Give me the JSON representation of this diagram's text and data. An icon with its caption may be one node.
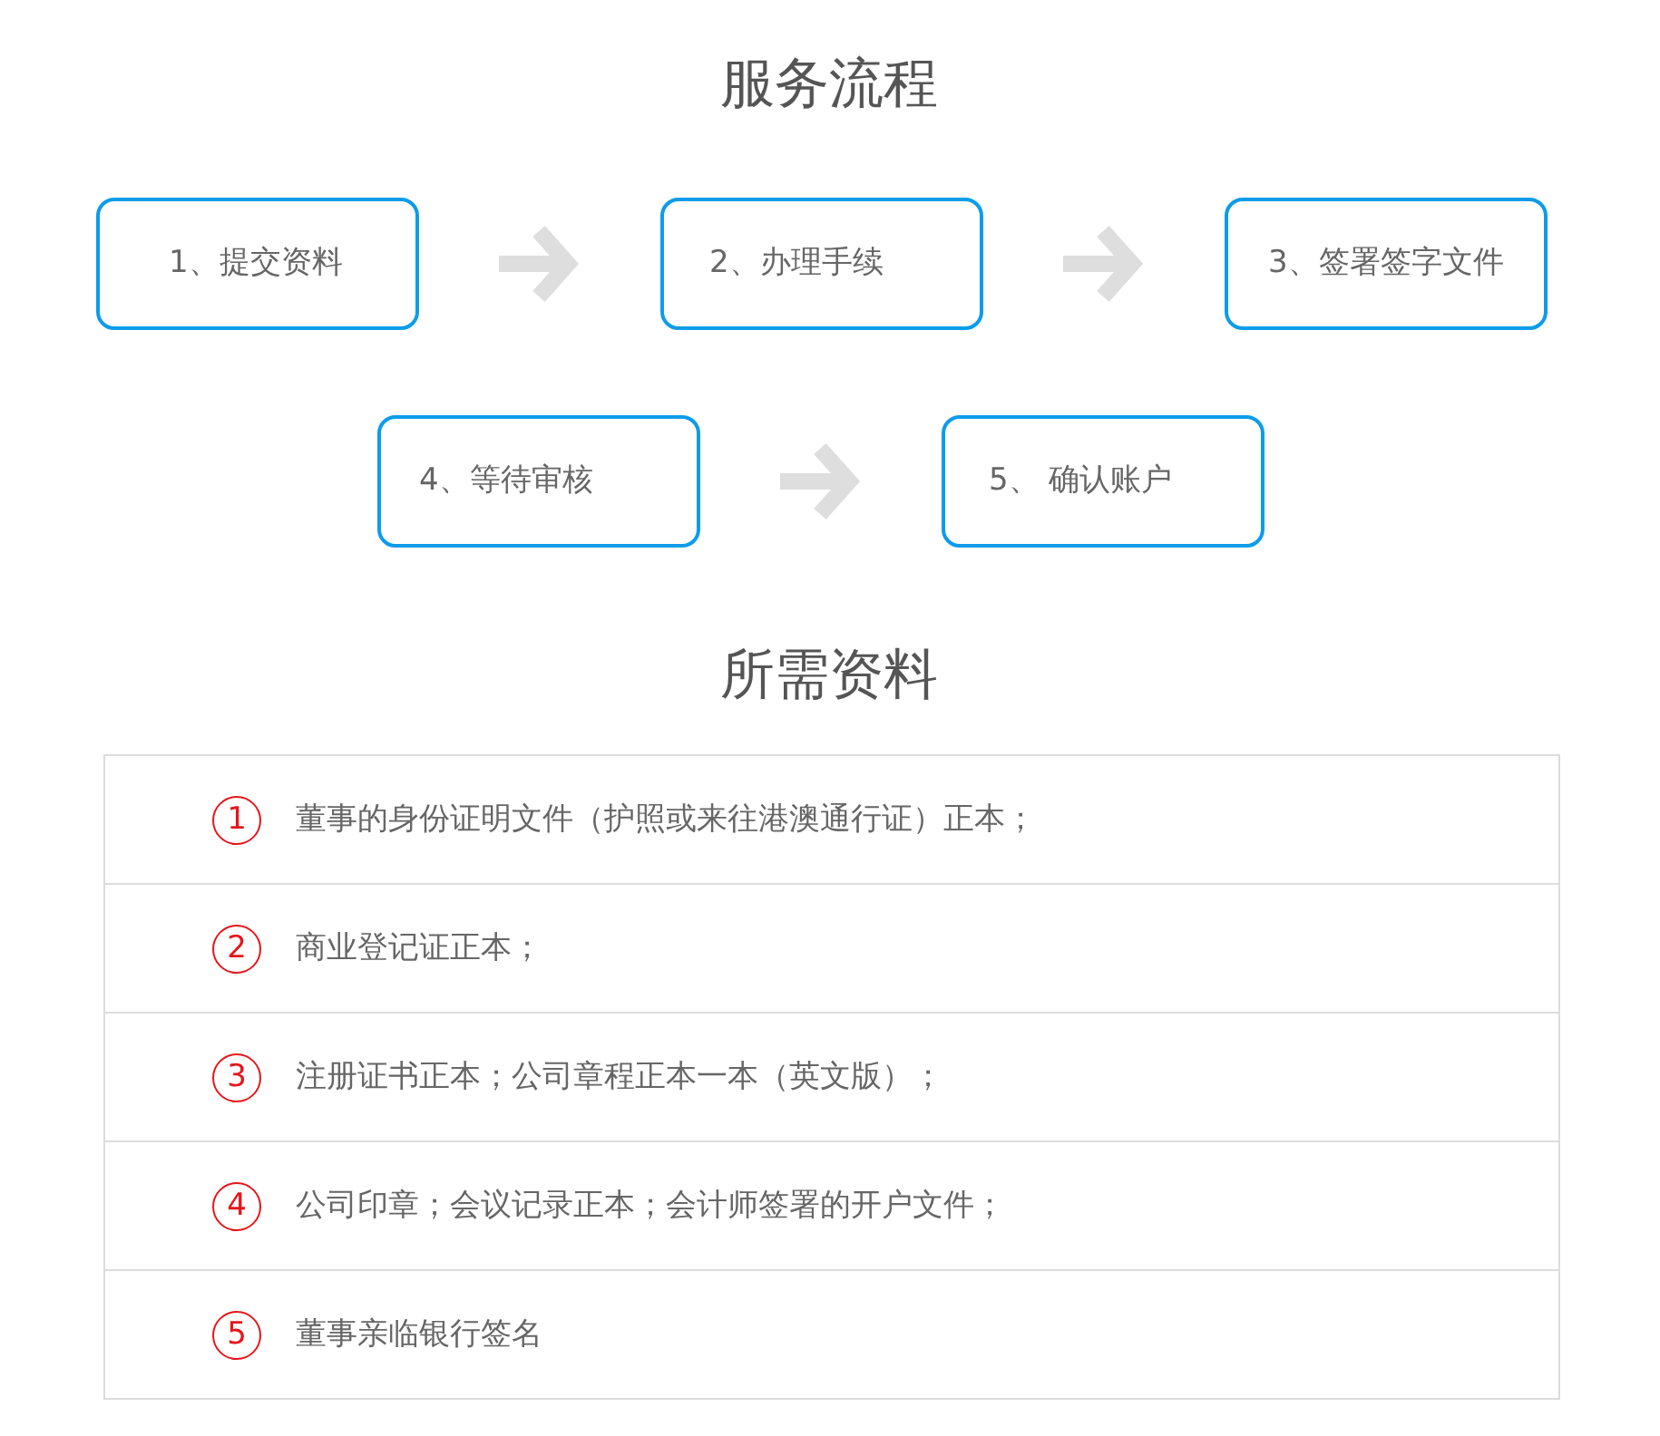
{
  "diagram": {
    "title": "服务流程",
    "nodes": [
      {
        "text": [
          "1、提交资料"
        ]
      },
      {
        "text": [
          "2、办理手续"
        ]
      },
      {
        "text": [
          "3、签署签字文件"
        ]
      },
      {
        "text": [
          "4、等待审核"
        ]
      },
      {
        "text": [
          "5、 确认账户"
        ]
      }
    ],
    "edges": [
      {
        "from": 0,
        "to": 1,
        "arrow": "to"
      },
      {
        "from": 1,
        "to": 2,
        "arrow": "to"
      },
      {
        "from": 3,
        "to": 4,
        "arrow": "to"
      }
    ],
    "labels": [
      "所需资料",
      "1",
      "董事的身份证明文件（护照或来往港澳通行证）正本；",
      "2",
      "商业登记证正本；",
      "3",
      "注册证书正本；公司章程正本一本（英文版）；",
      "4",
      "公司印章；会议记录正本；会计师签署的开户文件；",
      "5",
      "董事亲临银行签名"
    ]
  }
}
